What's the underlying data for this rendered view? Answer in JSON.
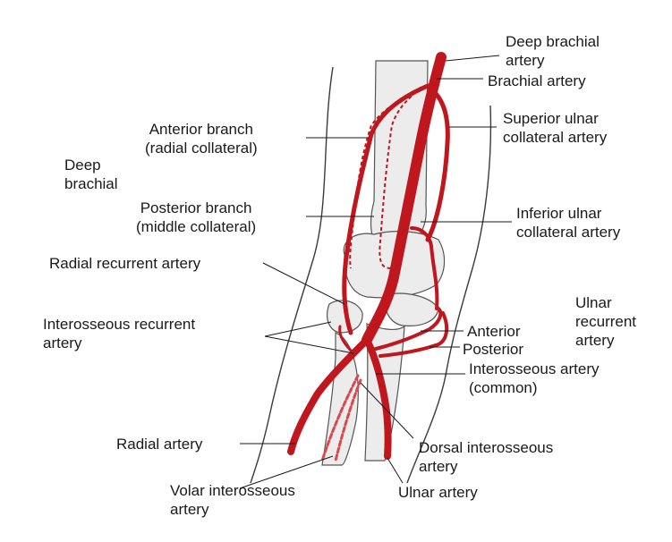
{
  "diagram": {
    "colors": {
      "artery": "#c0161e",
      "artery_light": "#d8484c",
      "outline": "#3a3a3a",
      "bone_fill": "#ececec",
      "text": "#1a1a1a"
    },
    "labels": {
      "deep_brachial_artery": "Deep brachial\nartery",
      "brachial_artery": "Brachial artery",
      "superior_ulnar_collateral": "Superior ulnar\ncollateral artery",
      "anterior_branch": "Anterior branch\n(radial collateral)",
      "deep_brachial": "Deep\nbrachial",
      "posterior_branch": "Posterior branch\n(middle collateral)",
      "inferior_ulnar_collateral": "Inferior ulnar\ncollateral artery",
      "radial_recurrent": "Radial recurrent artery",
      "ulnar_recurrent": "Ulnar\nrecurrent\nartery",
      "interosseous_recurrent": "Interosseous recurrent\nartery",
      "anterior": "Anterior",
      "posterior": "Posterior",
      "interosseous_common": "Interosseous artery\n(common)",
      "radial_artery": "Radial artery",
      "dorsal_interosseous": "Dorsal interosseous\nartery",
      "volar_interosseous": "Volar interosseous\nartery",
      "ulnar_artery": "Ulnar artery"
    }
  }
}
